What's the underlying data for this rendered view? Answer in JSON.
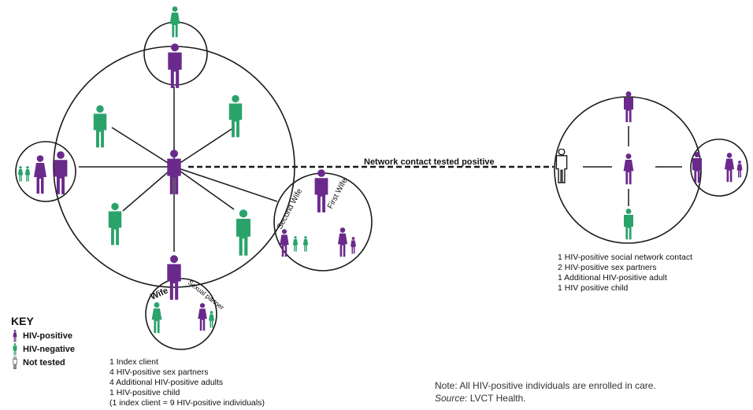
{
  "colors": {
    "hiv_positive": "#6a2a8c",
    "hiv_negative": "#2aa36b",
    "not_tested": "#ffffff",
    "line": "#1a1a1a"
  },
  "labels": {
    "network_contact": "Network contact tested positive",
    "second_wife": "Second Wife",
    "first_wife": "First Wife",
    "wife": "Wife",
    "sexual_partner": "Sexual partner"
  },
  "key": {
    "title": "KEY",
    "items": [
      {
        "label": "HIV-positive",
        "icon": "person-icon-positive"
      },
      {
        "label": "HIV-negative",
        "icon": "person-icon-negative"
      },
      {
        "label": "Not tested",
        "icon": "person-icon-not-tested"
      }
    ]
  },
  "left_summary": [
    "1 Index client",
    "4 HIV-positive sex partners",
    "4 Additional HIV-positive adults",
    "1 HIV-positive child",
    "(1 index client = 9 HIV-positive individuals)"
  ],
  "right_summary": [
    "1 HIV-positive social network contact",
    "2 HIV-positive sex partners",
    "1 Additional HIV-positive adult",
    "1 HIV positive child"
  ],
  "note": {
    "line1": "Note: All HIV-positive individuals are enrolled in care.",
    "source_label": "Source",
    "source_text": ": LVCT Health."
  }
}
